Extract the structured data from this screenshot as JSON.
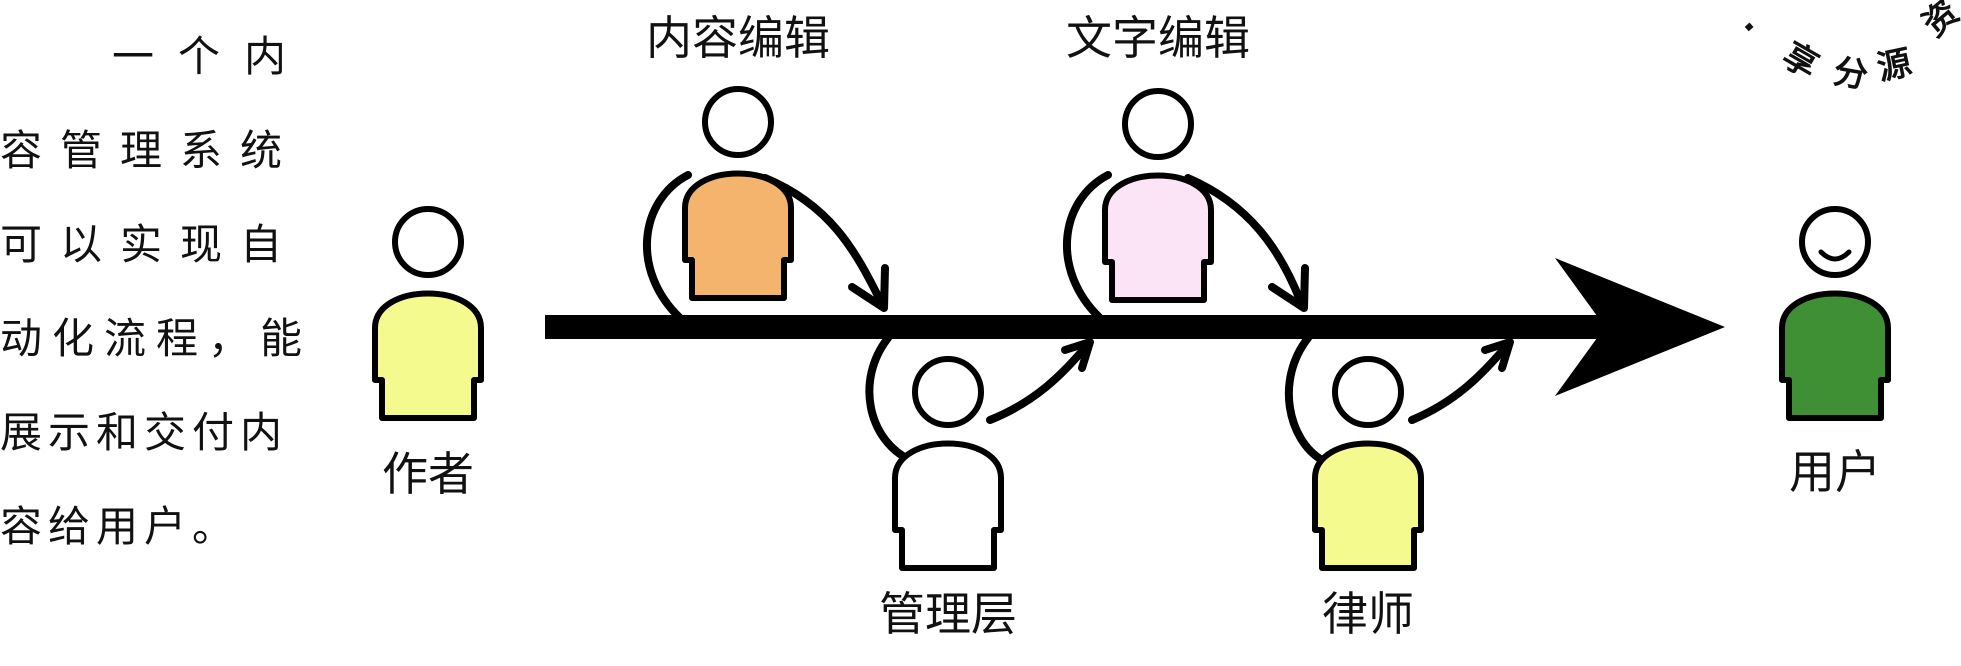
{
  "paragraph": {
    "lines": [
      "一个内",
      "容管理系统",
      "可以实现自",
      "动化流程，能",
      "展示和交付内",
      "容给用户。"
    ]
  },
  "roles": {
    "author": {
      "label": "作者",
      "color": "#f4fa8e"
    },
    "content_editor": {
      "label": "内容编辑",
      "color": "#f5b46e"
    },
    "management": {
      "label": "管理层",
      "color": "#ffffff"
    },
    "text_editor": {
      "label": "文字编辑",
      "color": "#fbe4f6"
    },
    "lawyer": {
      "label": "律师",
      "color": "#f4fa8e"
    },
    "user": {
      "label": "用户",
      "color": "#3f8f34"
    }
  },
  "watermark": {
    "text": "资源分享"
  },
  "colors": {
    "arrow": "#000000",
    "outline": "#000000"
  }
}
